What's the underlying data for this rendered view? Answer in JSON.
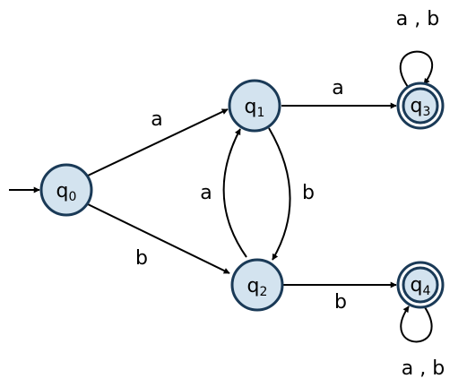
{
  "states": [
    {
      "id": "q0",
      "name": "q",
      "sub": "0",
      "accepting": false,
      "initial": true
    },
    {
      "id": "q1",
      "name": "q",
      "sub": "1",
      "accepting": false,
      "initial": false
    },
    {
      "id": "q2",
      "name": "q",
      "sub": "2",
      "accepting": false,
      "initial": false
    },
    {
      "id": "q3",
      "name": "q",
      "sub": "3",
      "accepting": true,
      "initial": false
    },
    {
      "id": "q4",
      "name": "q",
      "sub": "4",
      "accepting": true,
      "initial": false
    }
  ],
  "transitions": [
    {
      "from": "q0",
      "to": "q1",
      "label": "a"
    },
    {
      "from": "q0",
      "to": "q2",
      "label": "b"
    },
    {
      "from": "q1",
      "to": "q2",
      "label": "b"
    },
    {
      "from": "q2",
      "to": "q1",
      "label": "a"
    },
    {
      "from": "q1",
      "to": "q3",
      "label": "a"
    },
    {
      "from": "q2",
      "to": "q4",
      "label": "b"
    },
    {
      "from": "q3",
      "to": "q3",
      "label": "a , b"
    },
    {
      "from": "q4",
      "to": "q4",
      "label": "a , b"
    }
  ],
  "colors": {
    "state_fill": "#d3e3ef",
    "state_stroke": "#1a3a57",
    "edge": "#000000"
  }
}
